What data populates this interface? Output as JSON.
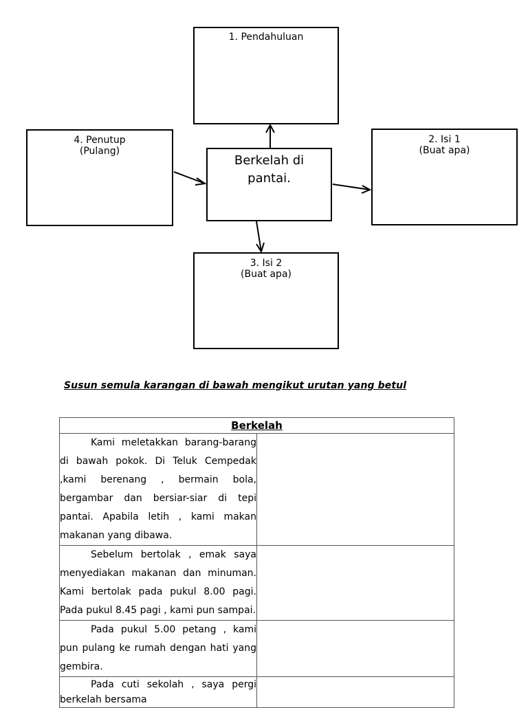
{
  "diagram": {
    "center": "Berkelah di\npantai.",
    "intro": "1. Pendahuluan",
    "content1": "2. Isi 1\n(Buat apa)",
    "content2": "3. Isi 2\n(Buat apa)",
    "closing": "4. Penutup\n(Pulang)"
  },
  "instruction": "Susun semula karangan di bawah mengikut urutan yang betul",
  "table": {
    "title": "Berkelah",
    "paragraphs": [
      "Kami meletakkan barang-barang di bawah pokok. Di Teluk Cempedak ,kami berenang , bermain bola, bergambar dan bersiar-siar di tepi pantai. Apabila letih , kami makan makanan yang dibawa.",
      "Sebelum bertolak , emak saya menyediakan makanan dan minuman. Kami bertolak pada pukul 8.00 pagi. Pada pukul 8.45 pagi , kami pun sampai.",
      "Pada pukul 5.00 petang , kami pun pulang ke rumah dengan hati yang gembira.",
      "Pada cuti sekolah , saya pergi berkelah bersama"
    ]
  }
}
